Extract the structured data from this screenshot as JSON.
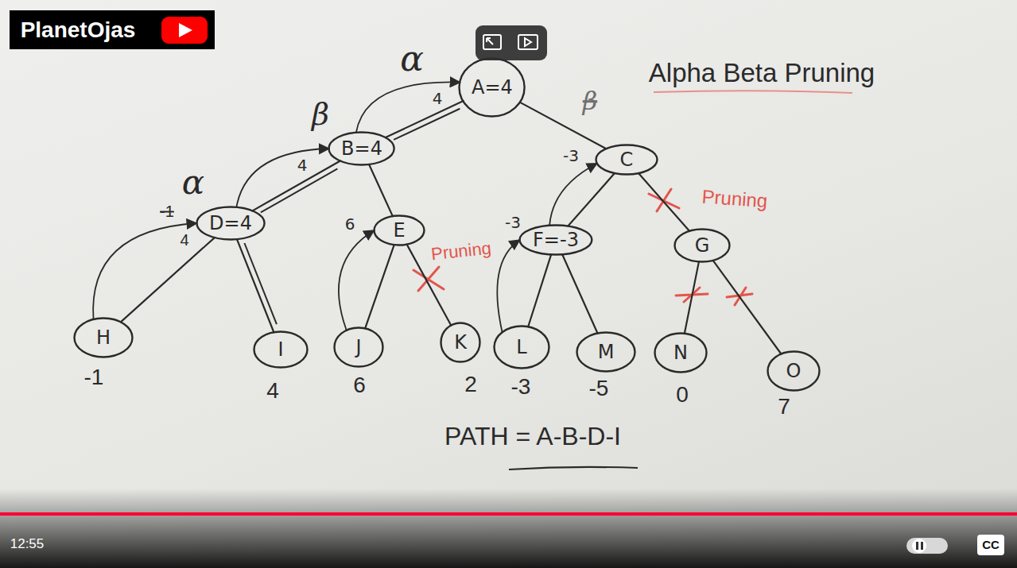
{
  "diagram": {
    "title": "Alpha Beta Pruning",
    "nodes": [
      {
        "text": [
          "A=4"
        ]
      },
      {
        "text": [
          "B=4"
        ]
      },
      {
        "text": [
          "C"
        ]
      },
      {
        "text": [
          "D=4"
        ]
      },
      {
        "text": [
          "E"
        ]
      },
      {
        "text": [
          "F=-3"
        ]
      },
      {
        "text": [
          "G"
        ]
      },
      {
        "text": [
          "H"
        ]
      },
      {
        "text": [
          "I"
        ]
      },
      {
        "text": [
          "J"
        ]
      },
      {
        "text": [
          "K"
        ]
      },
      {
        "text": [
          "L"
        ]
      },
      {
        "text": [
          "M"
        ]
      },
      {
        "text": [
          "N"
        ]
      },
      {
        "text": [
          "O"
        ]
      }
    ],
    "edges": [
      {
        "from": 0,
        "to": 1,
        "arrow": "none"
      },
      {
        "from": 0,
        "to": 2,
        "arrow": "none"
      },
      {
        "from": 1,
        "to": 3,
        "arrow": "none"
      },
      {
        "from": 1,
        "to": 4,
        "arrow": "none"
      },
      {
        "from": 2,
        "to": 5,
        "arrow": "none"
      },
      {
        "from": 2,
        "to": 6,
        "arrow": "none"
      },
      {
        "from": 3,
        "to": 7,
        "arrow": "none"
      },
      {
        "from": 3,
        "to": 8,
        "arrow": "none"
      },
      {
        "from": 4,
        "to": 9,
        "arrow": "none"
      },
      {
        "from": 4,
        "to": 10,
        "arrow": "none"
      },
      {
        "from": 5,
        "to": 11,
        "arrow": "none"
      },
      {
        "from": 5,
        "to": 12,
        "arrow": "none"
      },
      {
        "from": 6,
        "to": 13,
        "arrow": "none"
      },
      {
        "from": 6,
        "to": 14,
        "arrow": "none"
      },
      {
        "from": 7,
        "to": 3,
        "arrow": "to"
      },
      {
        "from": 3,
        "to": 1,
        "label": "4",
        "arrow": "to"
      },
      {
        "from": 1,
        "to": 0,
        "label": "4",
        "arrow": "to"
      },
      {
        "from": 9,
        "to": 4,
        "label": "6",
        "arrow": "to"
      },
      {
        "from": 11,
        "to": 5,
        "label": "-3",
        "arrow": "to"
      },
      {
        "from": 5,
        "to": 2,
        "label": "-3",
        "arrow": "to"
      }
    ],
    "labels": [
      "PlanetOjas",
      "α",
      "β",
      "α",
      "-1",
      "4",
      "β",
      "Pruning",
      "Pruning",
      "-1",
      "4",
      "6",
      "2",
      "-3",
      "-5",
      "0",
      "7",
      "PATH = A-B-D-I",
      "12:55",
      "CC"
    ]
  }
}
